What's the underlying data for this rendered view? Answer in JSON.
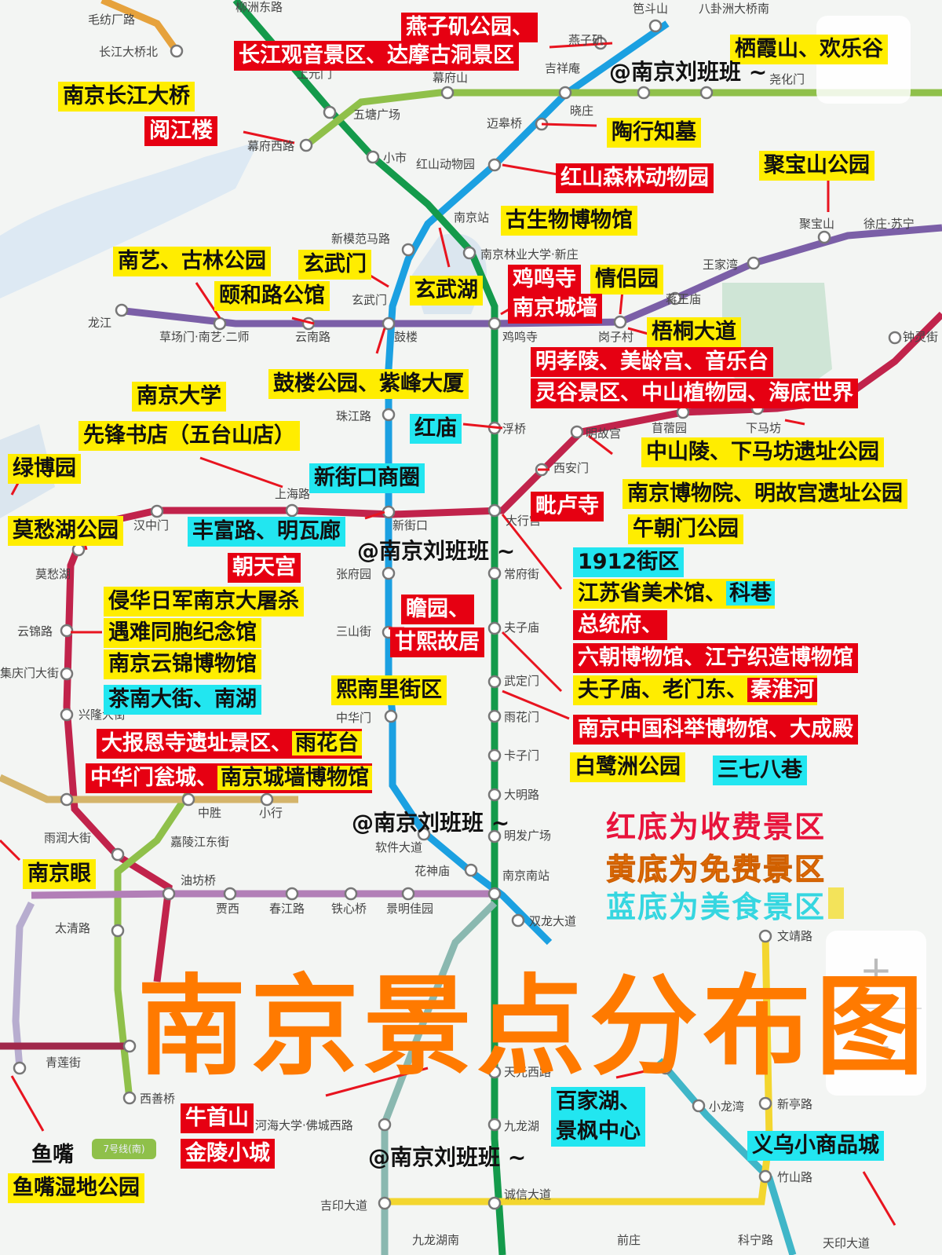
{
  "title": "南京景点分布图",
  "watermark": "@南京刘班班 ~",
  "legend": {
    "red": "红底为收费景区",
    "yellow": "黄底为免费景区",
    "cyan": "蓝底为美食景区"
  },
  "colors": {
    "paid": "#e60012",
    "free": "#ffed00",
    "food": "#22e6f0",
    "title": "#ff7a00",
    "line1": "#1ba0e1",
    "line2": "#c1234b",
    "line3": "#149a4b",
    "line4": "#7b5fa7",
    "line7": "#8fc04a",
    "line10": "#d4b46a",
    "lineS1": "#3fb6c8",
    "lineS8": "#e6a23c"
  },
  "line_badge": "7号线(南)",
  "zoom": {
    "plus": "+",
    "minus": "−"
  },
  "stations": [
    "毛纺厂路",
    "长江大桥北",
    "柳洲东路",
    "上元门",
    "幕府山",
    "幕府西路",
    "五塘广场",
    "小市",
    "红山动物园",
    "迈皋桥",
    "晓庄",
    "燕子矶",
    "吉祥庵",
    "笆斗山",
    "八卦洲大桥南",
    "尧化门",
    "南京站",
    "新模范马路",
    "南京林业大学·新庄",
    "玄武门",
    "鼓楼",
    "云南路",
    "草场门·南艺·二师",
    "龙江",
    "鸡鸣寺",
    "岗子村",
    "蒋王庙",
    "王家湾",
    "聚宝山",
    "徐庄·苏宁",
    "钟灵街",
    "珠江路",
    "浮桥",
    "明故宫",
    "西安门",
    "苜蓿园",
    "下马坊",
    "上海路",
    "汉中门",
    "新街口",
    "大行宫",
    "莫愁湖",
    "张府园",
    "常府街",
    "云锦路",
    "三山街",
    "夫子庙",
    "集庆门大街",
    "兴隆大街",
    "武定门",
    "中华门",
    "雨花门",
    "卡子门",
    "大明路",
    "中胜",
    "小行",
    "雨润大街",
    "嘉陵江东街",
    "软件大道",
    "明发广场",
    "花神庙",
    "油坊桥",
    "南京南站",
    "贾西",
    "春江路",
    "铁心桥",
    "景明佳园",
    "双龙大道",
    "太清路",
    "文靖路",
    "青莲街",
    "天元西路",
    "西善桥",
    "九龙湖",
    "小龙湾",
    "新亭路",
    "河海大学·佛城西路",
    "竹山路",
    "吉印大道",
    "诚信大道",
    "九龙湖南",
    "前庄",
    "科宁路",
    "天印大道"
  ],
  "labels": [
    {
      "text": "燕子矶公园、",
      "kind": "red"
    },
    {
      "text": "长江观音景区、达摩古洞景区",
      "kind": "red"
    },
    {
      "text": "栖霞山、欢乐谷",
      "kind": "yellow"
    },
    {
      "text": "南京长江大桥",
      "kind": "yellow"
    },
    {
      "text": "阅江楼",
      "kind": "red"
    },
    {
      "text": "陶行知墓",
      "kind": "yellow"
    },
    {
      "text": "红山森林动物园",
      "kind": "red"
    },
    {
      "text": "聚宝山公园",
      "kind": "yellow"
    },
    {
      "text": "古生物博物馆",
      "kind": "yellow"
    },
    {
      "text": "南艺、古林公园",
      "kind": "yellow"
    },
    {
      "text": "玄武门",
      "kind": "yellow"
    },
    {
      "text": "颐和路公馆",
      "kind": "yellow"
    },
    {
      "text": "玄武湖",
      "kind": "yellow"
    },
    {
      "text": "鸡鸣寺",
      "kind": "red"
    },
    {
      "text": "情侣园",
      "kind": "yellow"
    },
    {
      "text": "南京城墙",
      "kind": "red"
    },
    {
      "text": "梧桐大道",
      "kind": "yellow"
    },
    {
      "text": "明孝陵、美龄宫、音乐台",
      "kind": "red"
    },
    {
      "text": "灵谷景区、中山植物园、海底世界",
      "kind": "red"
    },
    {
      "text": "鼓楼公园、紫峰大厦",
      "kind": "yellow"
    },
    {
      "text": "南京大学",
      "kind": "yellow"
    },
    {
      "text": "先锋书店（五台山店）",
      "kind": "yellow"
    },
    {
      "text": "红庙",
      "kind": "cyan"
    },
    {
      "text": "中山陵、下马坊遗址公园",
      "kind": "yellow"
    },
    {
      "text": "绿博园",
      "kind": "yellow"
    },
    {
      "text": "新街口商圈",
      "kind": "cyan"
    },
    {
      "text": "毗卢寺",
      "kind": "red"
    },
    {
      "text": "南京博物院、明故宫遗址公园",
      "kind": "yellow"
    },
    {
      "text": "莫愁湖公园",
      "kind": "yellow"
    },
    {
      "text": "丰富路、明瓦廊",
      "kind": "cyan"
    },
    {
      "text": "午朝门公园",
      "kind": "yellow"
    },
    {
      "text": "朝天宫",
      "kind": "red"
    },
    {
      "text": "1912街区",
      "kind": "cyan"
    },
    {
      "text": "侵华日军南京大屠杀",
      "kind": "yellow"
    },
    {
      "text": "江苏省美术馆、",
      "kind": "yellow",
      "extra": "科巷",
      "extra_kind": "cyan"
    },
    {
      "text": "遇难同胞纪念馆",
      "kind": "yellow"
    },
    {
      "text": "瞻园、",
      "kind": "red"
    },
    {
      "text": "总统府、",
      "kind": "red"
    },
    {
      "text": "南京云锦博物馆",
      "kind": "yellow"
    },
    {
      "text": "甘熙故居",
      "kind": "red"
    },
    {
      "text": "六朝博物馆、江宁织造博物馆",
      "kind": "red"
    },
    {
      "text": "茶南大街、南湖",
      "kind": "cyan"
    },
    {
      "text": "熙南里街区",
      "kind": "yellow"
    },
    {
      "text": "夫子庙、老门东、",
      "kind": "yellow",
      "extra": "秦淮河",
      "extra_kind": "red"
    },
    {
      "text": "大报恩寺遗址景区、",
      "kind": "red",
      "extra": "雨花台",
      "extra_kind": "yellow"
    },
    {
      "text": "南京中国科举博物馆、大成殿",
      "kind": "red"
    },
    {
      "text": "中华门瓮城、",
      "kind": "red",
      "extra": "南京城墙博物馆",
      "extra_kind": "yellow"
    },
    {
      "text": "白鹭洲公园",
      "kind": "yellow"
    },
    {
      "text": "三七八巷",
      "kind": "cyan"
    },
    {
      "text": "南京眼",
      "kind": "yellow"
    },
    {
      "text": "牛首山",
      "kind": "red"
    },
    {
      "text": "金陵小城",
      "kind": "red"
    },
    {
      "text": "百家湖、",
      "kind": "cyan"
    },
    {
      "text": "景枫中心",
      "kind": "cyan"
    },
    {
      "text": "义乌小商品城",
      "kind": "cyan"
    },
    {
      "text": "鱼嘴",
      "kind": "plain"
    },
    {
      "text": "鱼嘴湿地公园",
      "kind": "yellow"
    }
  ]
}
